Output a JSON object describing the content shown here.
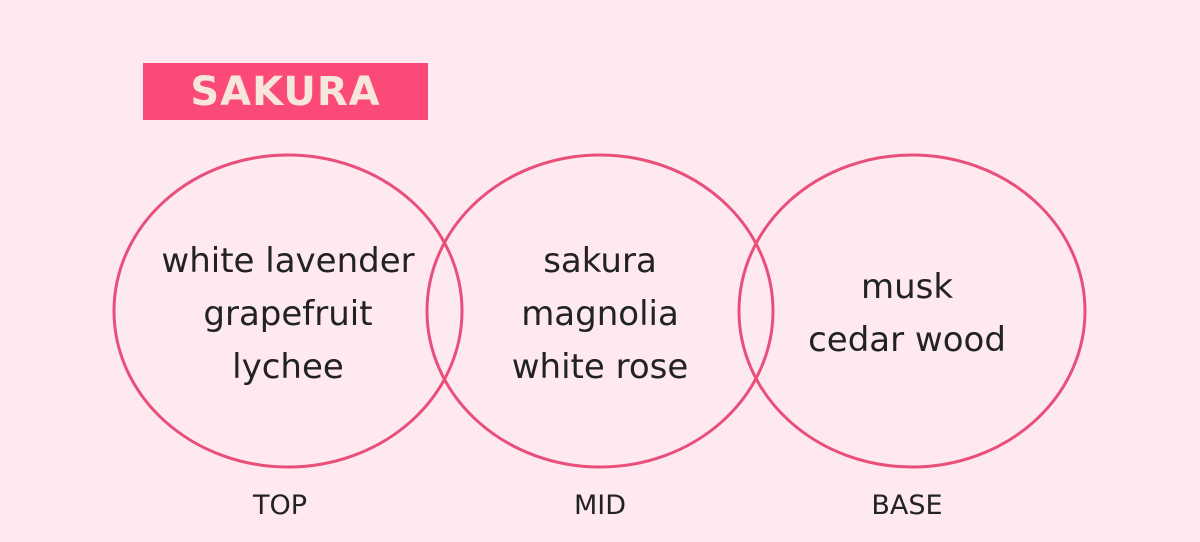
{
  "title": "SAKURA",
  "colors": {
    "background": "#fde9ef",
    "banner": "#fc4a78",
    "banner_text": "#f7e6da",
    "circle_stroke": "#e84f7a"
  },
  "groups": [
    {
      "label": "TOP",
      "notes": [
        "white lavender",
        "grapefruit",
        "lychee"
      ]
    },
    {
      "label": "MID",
      "notes": [
        "sakura",
        "magnolia",
        "white rose"
      ]
    },
    {
      "label": "BASE",
      "notes": [
        "musk",
        "cedar wood"
      ]
    }
  ]
}
